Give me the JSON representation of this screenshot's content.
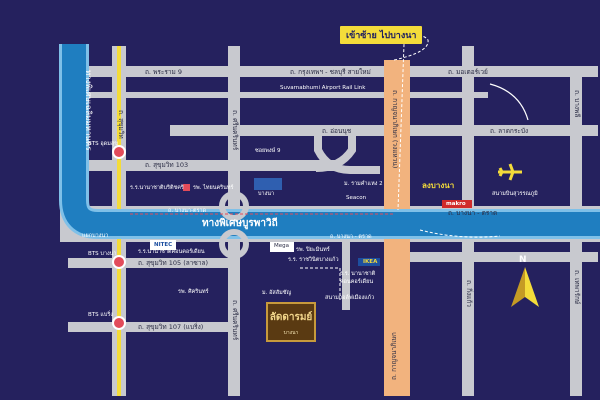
{
  "callout": "เข้าซ้าย ไปบางนา",
  "roads": {
    "rama9": "ถ. พระราม 9",
    "krungthep_chonburi": "ถ. กรุงเทพฯ - ชลบุรี สายใหม่",
    "motorway": "ถ. มอเตอร์เวย์",
    "airport_link": "Suvarnabhumi Airport Rail Link",
    "on_nut": "ถ. อ่อนนุช",
    "lat_krabang": "ถ. ลาดกระบัง",
    "sukhumvit103": "ถ. สุขุมวิท 103",
    "soi_9": "ซอยพงษ์ 9",
    "ramkhamhaeng2": "ม. รามคำแหง 2",
    "burapha_withi": "ทางพิเศษบูรพาวิถี",
    "bangna_trad_1": "ถ. บางนา-ตราด",
    "bangna_trad_2": "ถ. บางนา - ตราด",
    "bangna_trad_3": "ถ. บางนา - ตราด",
    "sukhumvit105": "ถ. สุขุมวิท 105 (ลาซาล)",
    "sukhumvit107": "ถ. สุขุมวิท 107 (แบริ่ง)",
    "bangna_intersection": "แยกบางนา",
    "expressway_left": "ทางพิเศษเฉลิมมหานคร",
    "kanchanaphisek": "ถ. กาญจนาภิเษก (วงแหวน)",
    "kanchanaphisek_bottom": "ถ. กาญจนาภิเษก",
    "srinakarin": "ถ. ศรีนครินทร์",
    "srinakarin_bottom": "ถ. ศรีนครินทร์",
    "king_kaeo": "ถ. กิ่งแก้ว",
    "bangphli": "ถ. บางพลี",
    "thepharak": "ถ. เทพารักษ์",
    "sukhumvit_left": "ถ. สุขุมวิท"
  },
  "landmarks": {
    "bangna_hall": "ร.ร.นานาชาติบริติชคริ",
    "thainakarin": "รพ. ไทยนครินทร์",
    "central_bangna": "บางนา",
    "seacon": "Seacon",
    "mega": "Mega",
    "paradise": "ร.ร.นานาชาติคอนคอร์เดียน",
    "ruamchai": "ร.ร. ราชวินิตบางแก้ว",
    "bangpakok": "รพ. ปิยะมินทร์",
    "sikarin": "รพ. ศิครินทร์",
    "abac": "ม. อัสสัมชัญ",
    "rvs_international": "ร.ร. นานาชาติ",
    "rvs_international_2": "คอนคอร์เดียน",
    "suan_siam": "สนามกอล์ฟเมืองแก้ว",
    "bangna_label": "ลงบางนา",
    "airport": "สนามบินสุวรรณภูมิ",
    "makro": "makro",
    "ikea": "IKEA",
    "nitec": "NITEC",
    "bts_udomsuk": "BTS อุดมสุข",
    "bts_bangna": "BTS บางนา",
    "bts_bearing": "BTS แบริ่ง",
    "north": "N"
  },
  "project": {
    "name": "ลัดดารมย์",
    "sub": "บางนา"
  },
  "colors": {
    "background": "#25215e",
    "road": "#c8c9cf",
    "expressway": "#1f7ec0",
    "expressway_outline": "#7fc0e8",
    "orange_road": "#f2b37e",
    "highlight": "#f4dc3a"
  }
}
